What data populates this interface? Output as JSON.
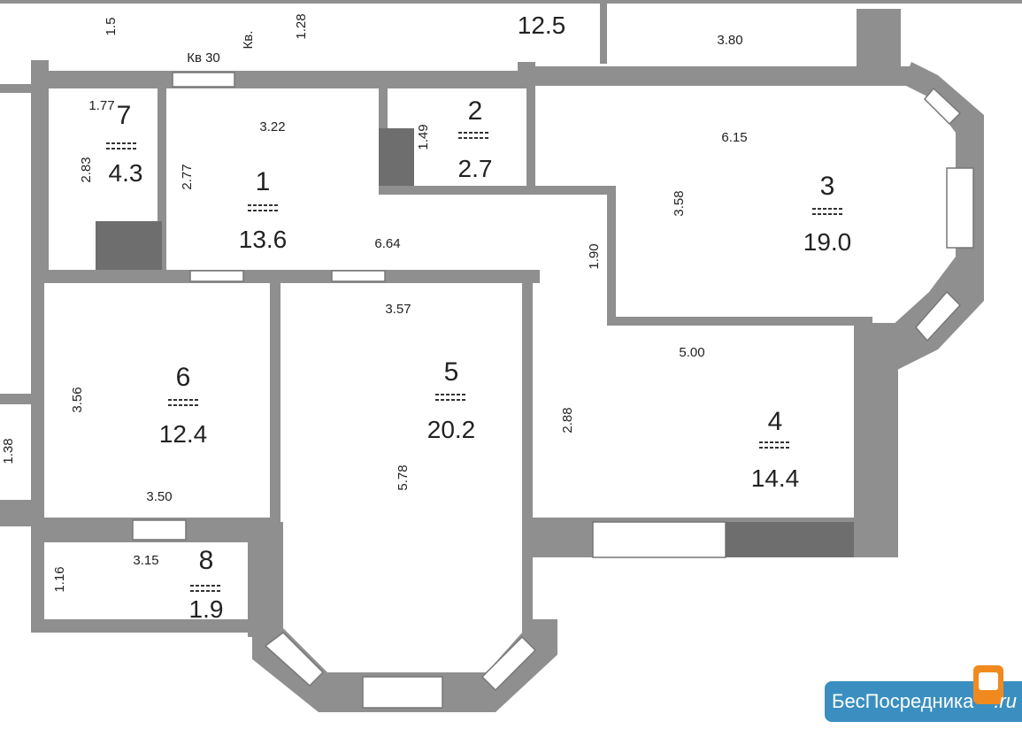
{
  "header_labels": {
    "apt_label": "Кв 30",
    "apt_label_2": "Кв.",
    "top_area": "12.5",
    "top_dim_1": "3.80",
    "top_dim_2": "1.28",
    "top_dim_3": "1.5"
  },
  "rooms": [
    {
      "number": "1",
      "area": "13.6",
      "dims": [
        "3.22",
        "6.64",
        "2.77"
      ]
    },
    {
      "number": "2",
      "area": "2.7",
      "dims": [
        "1.49"
      ]
    },
    {
      "number": "3",
      "area": "19.0",
      "dims": [
        "6.15",
        "3.58",
        "1.90"
      ]
    },
    {
      "number": "4",
      "area": "14.4",
      "dims": [
        "5.00",
        "2.88"
      ]
    },
    {
      "number": "5",
      "area": "20.2",
      "dims": [
        "3.57",
        "5.78"
      ]
    },
    {
      "number": "6",
      "area": "12.4",
      "dims": [
        "3.56",
        "3.50"
      ]
    },
    {
      "number": "7",
      "area": "4.3",
      "dims": [
        "1.77",
        "2.83"
      ]
    },
    {
      "number": "8",
      "area": "1.9",
      "dims": [
        "3.15",
        "1.16"
      ]
    }
  ],
  "side_dim": "1.38",
  "logo": {
    "text": "БесПосредника",
    "suffix": ".ru"
  }
}
